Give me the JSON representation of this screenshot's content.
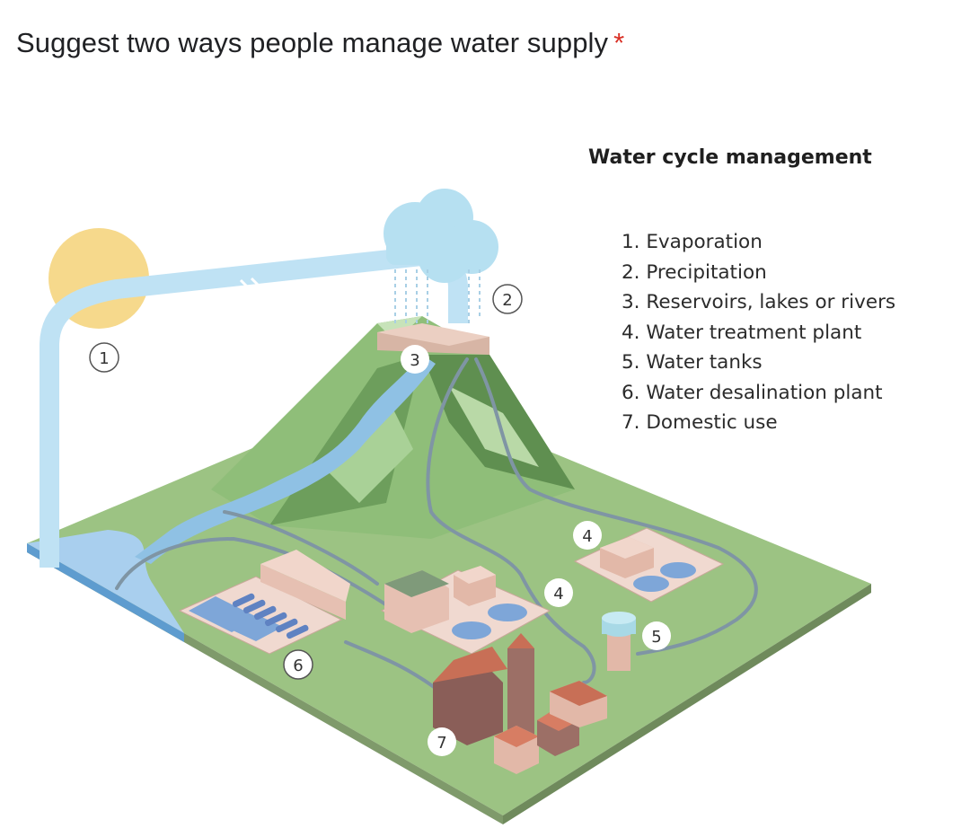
{
  "question": {
    "text": "Suggest two ways people manage water supply",
    "required_mark": "*",
    "required_color": "#d93025"
  },
  "diagram": {
    "title": "Water cycle management",
    "legend": [
      "1. Evaporation",
      "2. Precipitation",
      "3. Reservoirs, lakes or rivers",
      "4. Water treatment plant",
      "5. Water tanks",
      "6. Water desalination plant",
      "7. Domestic use"
    ],
    "markers": [
      "1",
      "2",
      "3",
      "4",
      "4",
      "5",
      "6",
      "7"
    ],
    "colors": {
      "sun": "#f6d98c",
      "cloud": "#b6e0f1",
      "water": "#a8d4ec",
      "land": "#9cc383",
      "land_edge": "#7f9a6b",
      "mountain": "#7fae6c",
      "building": "#e9c3b6",
      "roof": "#c86f56",
      "pipe": "#7f95a4"
    }
  }
}
